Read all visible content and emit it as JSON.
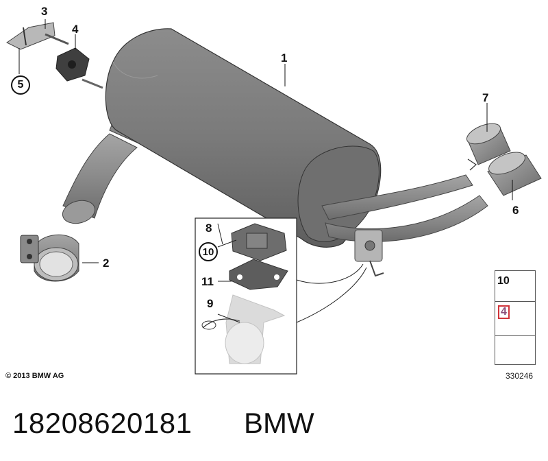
{
  "labels": {
    "muffler": "1",
    "clamp": "2",
    "bracket": "3",
    "rubber_mount": "4",
    "washer_circled": "5",
    "tailpipe_right": "6",
    "tailpipe_left": "7",
    "actuator": "8",
    "clip": "9",
    "bolt_circled": "10",
    "gasket": "11"
  },
  "legend": {
    "bolt_num": "10",
    "nut_num": "4"
  },
  "copyright": "© 2013 BMW AG",
  "diagram_id": "330246",
  "footer": {
    "part_number": "18208620181",
    "brand": "BMW"
  },
  "colors": {
    "muffler_body": "#7b7b7b",
    "pipe": "#8a8a8a",
    "highlight_border": "#d0343a"
  }
}
